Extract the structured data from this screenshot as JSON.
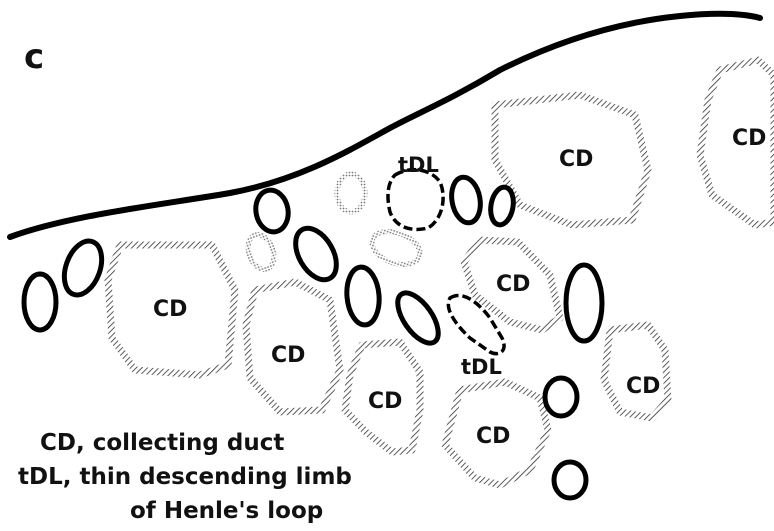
{
  "panel_label": "c",
  "labels": {
    "cd": "CD",
    "tdl": "tDL"
  },
  "legend": {
    "line1": "CD, collecting duct",
    "line2": "tDL, thin descending limb",
    "line3": "of Henle's loop"
  }
}
